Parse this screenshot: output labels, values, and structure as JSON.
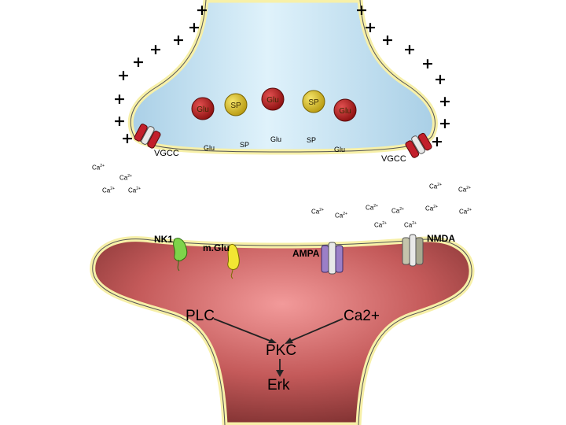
{
  "labels": {
    "vgcc_left": "VGCC",
    "vgcc_right": "VGCC",
    "glu_1": "Glu",
    "sp_1": "SP",
    "glu_2": "Glu",
    "sp_2": "SP",
    "glu_3": "Glu",
    "nk1": "NK1",
    "mglu": "m.Glu",
    "ampa": "AMPA",
    "nmda": "NMDA",
    "plc": "PLC",
    "ca2plus": "Ca2+",
    "pkc": "PKC",
    "erk": "Erk"
  },
  "vesicles": [
    {
      "label": "Glu",
      "kind": "glu"
    },
    {
      "label": "SP",
      "kind": "sp"
    },
    {
      "label": "Glu",
      "kind": "glu"
    },
    {
      "label": "SP",
      "kind": "sp"
    },
    {
      "label": "Glu",
      "kind": "glu"
    }
  ],
  "ion": {
    "base": "Ca",
    "charge": "2+"
  },
  "charge_symbol": "+",
  "colors": {
    "presynaptic_fill": "#c8e6f5",
    "postsynaptic_fill": "#c45a5a",
    "membrane": "#f7f0a8",
    "glu_vesicle": "#b81c1c",
    "sp_vesicle": "#e0c81a",
    "nk1_receptor": "#7ed34a",
    "mglu_receptor": "#f2e633",
    "ampa_receptor": "#9b7fc7",
    "nmda_receptor": "#b8b8a0",
    "vgcc_channel": "#c21f2b"
  }
}
